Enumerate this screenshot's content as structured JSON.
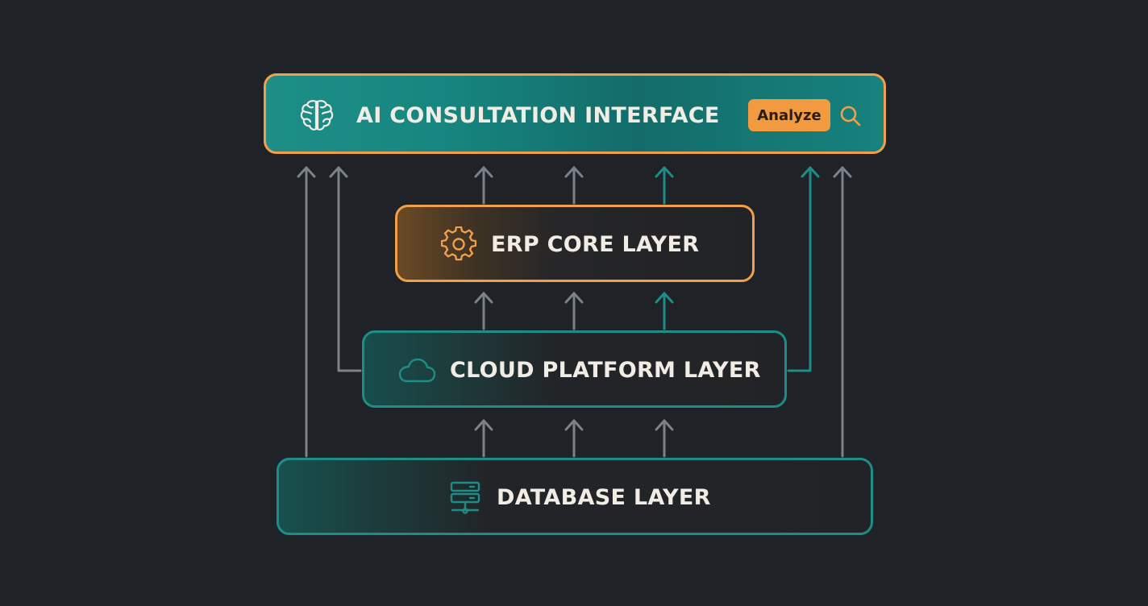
{
  "layers": {
    "ai": {
      "title": "AI CONSULTATION INTERFACE",
      "icon": "brain-icon",
      "action_label": "Analyze",
      "action_icon": "search-icon"
    },
    "erp": {
      "title": "ERP CORE LAYER",
      "icon": "gear-icon"
    },
    "cloud": {
      "title": "CLOUD PLATFORM LAYER",
      "icon": "cloud-icon"
    },
    "database": {
      "title": "DATABASE LAYER",
      "icon": "server-icon"
    }
  },
  "colors": {
    "background": "#1f2226",
    "orange_accent": "#f0a04b",
    "teal_accent": "#1d8e87",
    "arrow_gray": "#7d828a",
    "arrow_teal": "#1d8e87",
    "text": "#f1ede4"
  }
}
